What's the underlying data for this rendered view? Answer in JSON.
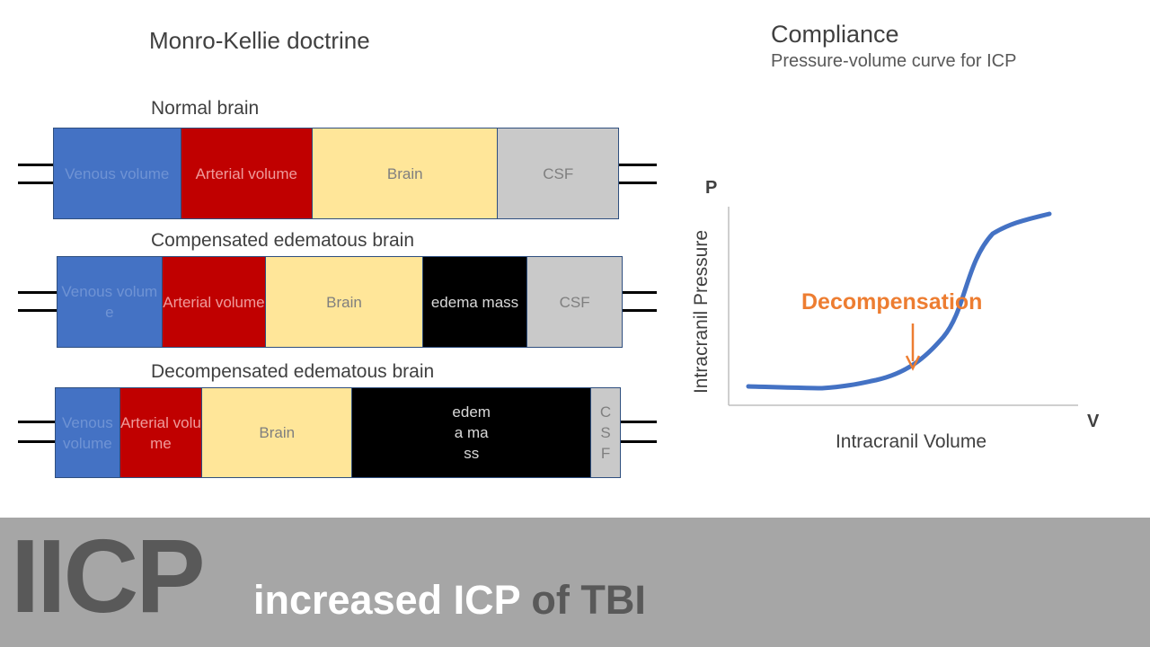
{
  "left_panel": {
    "title": "Monro-Kellie doctrine",
    "rows": [
      {
        "label": "Normal brain",
        "segments": [
          {
            "text": "Venous volume"
          },
          {
            "text": "Arterial volume"
          },
          {
            "text": "Brain"
          },
          {
            "text": "CSF"
          }
        ]
      },
      {
        "label": "Compensated edematous brain",
        "segments": [
          {
            "text": "Venous volume"
          },
          {
            "text": "Arterial volume"
          },
          {
            "text": "Brain"
          },
          {
            "text": "edema mass"
          },
          {
            "text": "CSF"
          }
        ]
      },
      {
        "label": "Decompensated edematous brain",
        "segments": [
          {
            "text": "Venous volume"
          },
          {
            "text": "Arterial volume"
          },
          {
            "text": "Brain"
          },
          {
            "text": "edema mass"
          },
          {
            "text": "C S F"
          }
        ]
      }
    ]
  },
  "right_panel": {
    "title": "Compliance",
    "subtitle": "Pressure-volume curve for ICP",
    "y_axis_letter": "P",
    "x_axis_letter": "V",
    "y_axis_label": "Intracranil Pressure",
    "x_axis_label": "Intracranil Volume",
    "annotation": "Decompensation",
    "colors": {
      "curve": "#4472c4",
      "annotation": "#ed7d31"
    }
  },
  "footer": {
    "big": "IICP",
    "sub_white": "increased ICP",
    "sub_gray": "of TBI"
  }
}
